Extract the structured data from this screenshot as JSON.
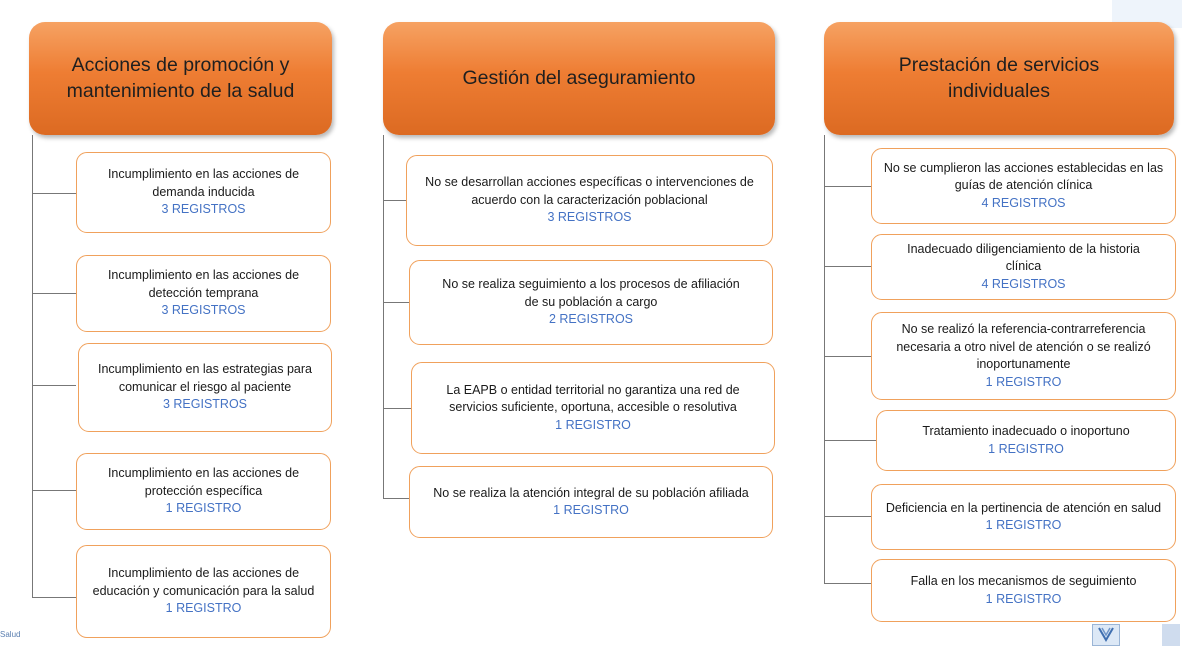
{
  "columns": [
    {
      "title": "Acciones de promoción y mantenimiento de la salud",
      "items": [
        {
          "text": "Incumplimiento en las acciones de demanda inducida",
          "count": "3  REGISTROS"
        },
        {
          "text": "Incumplimiento en las acciones de detección temprana",
          "count": "3 REGISTROS"
        },
        {
          "text": "Incumplimiento en las estrategias para comunicar el riesgo al paciente",
          "count": "3 REGISTROS"
        },
        {
          "text": "Incumplimiento en las acciones de protección específica",
          "count": "1 REGISTRO"
        },
        {
          "text": "Incumplimiento de las acciones de educación y comunicación para la salud",
          "count": "1 REGISTRO"
        }
      ]
    },
    {
      "title": "Gestión del aseguramiento",
      "items": [
        {
          "text": "No se desarrollan acciones específicas o intervenciones de acuerdo con la caracterización poblacional",
          "count": "3 REGISTROS"
        },
        {
          "text": "No se realiza seguimiento a los procesos de afiliación de su población a cargo",
          "count": "2 REGISTROS"
        },
        {
          "text": "La EAPB o entidad territorial no garantiza una red de servicios suficiente, oportuna, accesible o resolutiva",
          "count": "1 REGISTRO"
        },
        {
          "text": "No se realiza la atención integral de su población afiliada",
          "count": "1 REGISTRO"
        }
      ]
    },
    {
      "title": "Prestación de servicios individuales",
      "items": [
        {
          "text": "No se cumplieron las acciones establecidas en las guías de atención clínica",
          "count": "4  REGISTROS"
        },
        {
          "text": "Inadecuado diligenciamiento de la historia clínica",
          "count": "4 REGISTROS"
        },
        {
          "text": "No se realizó la referencia-contrarreferencia necesaria a otro nivel de atención o se realizó inoportunamente",
          "count": "1 REGISTRO"
        },
        {
          "text": "Tratamiento inadecuado o inoportuno",
          "count": "1 REGISTRO"
        },
        {
          "text": "Deficiencia en la pertinencia de atención en salud",
          "count": "1 REGISTRO"
        },
        {
          "text": "Falla en los mecanismos de seguimiento",
          "count": "1 REGISTRO"
        }
      ]
    }
  ],
  "footer": {
    "text": "Salud",
    "logo_icon": "institution-logo-icon"
  },
  "colors": {
    "header": "#ee7d33",
    "box_border": "#f0a15c",
    "count_text": "#4472c4",
    "connector": "#777777"
  }
}
